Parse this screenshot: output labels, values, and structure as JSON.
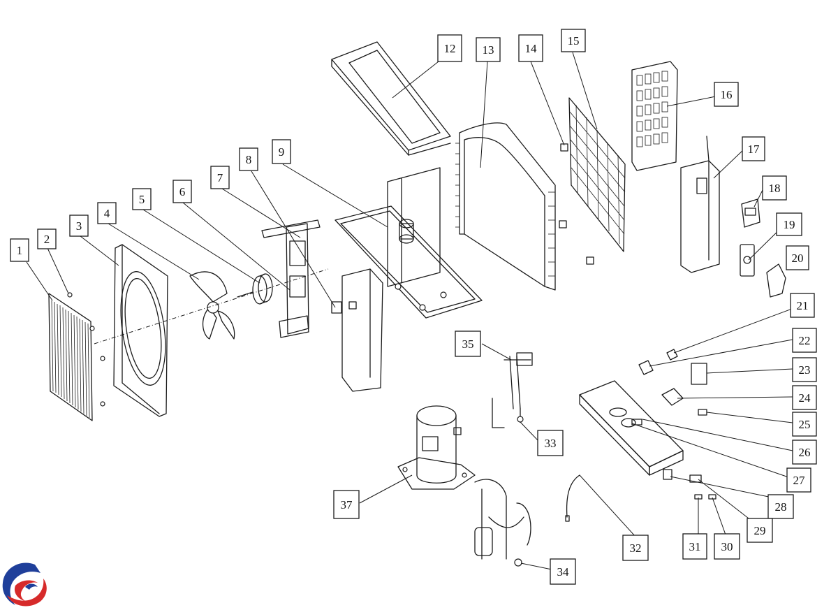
{
  "callouts": [
    {
      "id": "1"
    },
    {
      "id": "2"
    },
    {
      "id": "3"
    },
    {
      "id": "4"
    },
    {
      "id": "5"
    },
    {
      "id": "6"
    },
    {
      "id": "7"
    },
    {
      "id": "8"
    },
    {
      "id": "9"
    },
    {
      "id": "12"
    },
    {
      "id": "13"
    },
    {
      "id": "14"
    },
    {
      "id": "15"
    },
    {
      "id": "16"
    },
    {
      "id": "17"
    },
    {
      "id": "18"
    },
    {
      "id": "19"
    },
    {
      "id": "20"
    },
    {
      "id": "21"
    },
    {
      "id": "22"
    },
    {
      "id": "23"
    },
    {
      "id": "24"
    },
    {
      "id": "25"
    },
    {
      "id": "26"
    },
    {
      "id": "27"
    },
    {
      "id": "28"
    },
    {
      "id": "29"
    },
    {
      "id": "30"
    },
    {
      "id": "31"
    },
    {
      "id": "32"
    },
    {
      "id": "33"
    },
    {
      "id": "34"
    },
    {
      "id": "35"
    },
    {
      "id": "37"
    }
  ],
  "logo": {
    "colors": {
      "blue": "#1f3f9a",
      "red": "#d62a2a"
    }
  }
}
